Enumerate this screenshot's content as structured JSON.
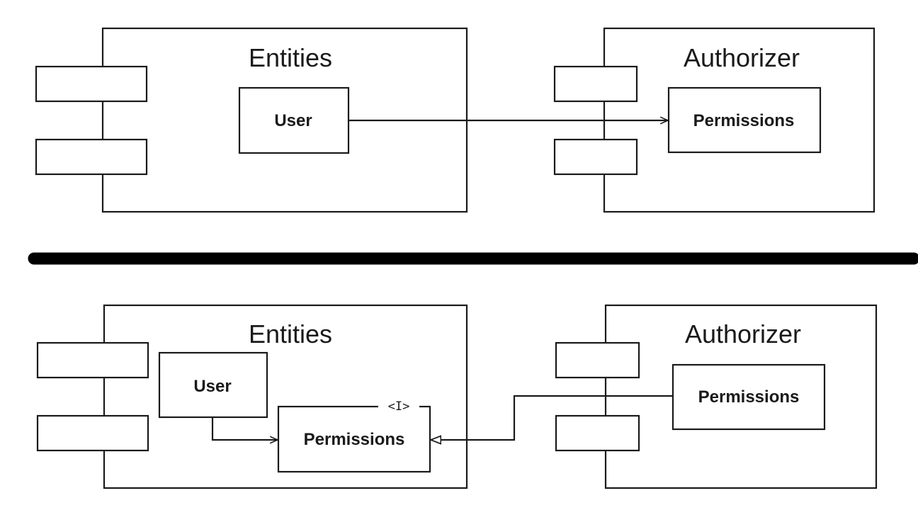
{
  "top": {
    "entities": {
      "title": "Entities",
      "user": "User"
    },
    "authorizer": {
      "title": "Authorizer",
      "permissions": "Permissions"
    }
  },
  "bottom": {
    "entities": {
      "title": "Entities",
      "user": "User",
      "permissions": "Permissions",
      "stereotype": "<I>"
    },
    "authorizer": {
      "title": "Authorizer",
      "permissions": "Permissions"
    }
  },
  "colors": {
    "stroke": "#1a1a1a",
    "background": "#ffffff"
  }
}
